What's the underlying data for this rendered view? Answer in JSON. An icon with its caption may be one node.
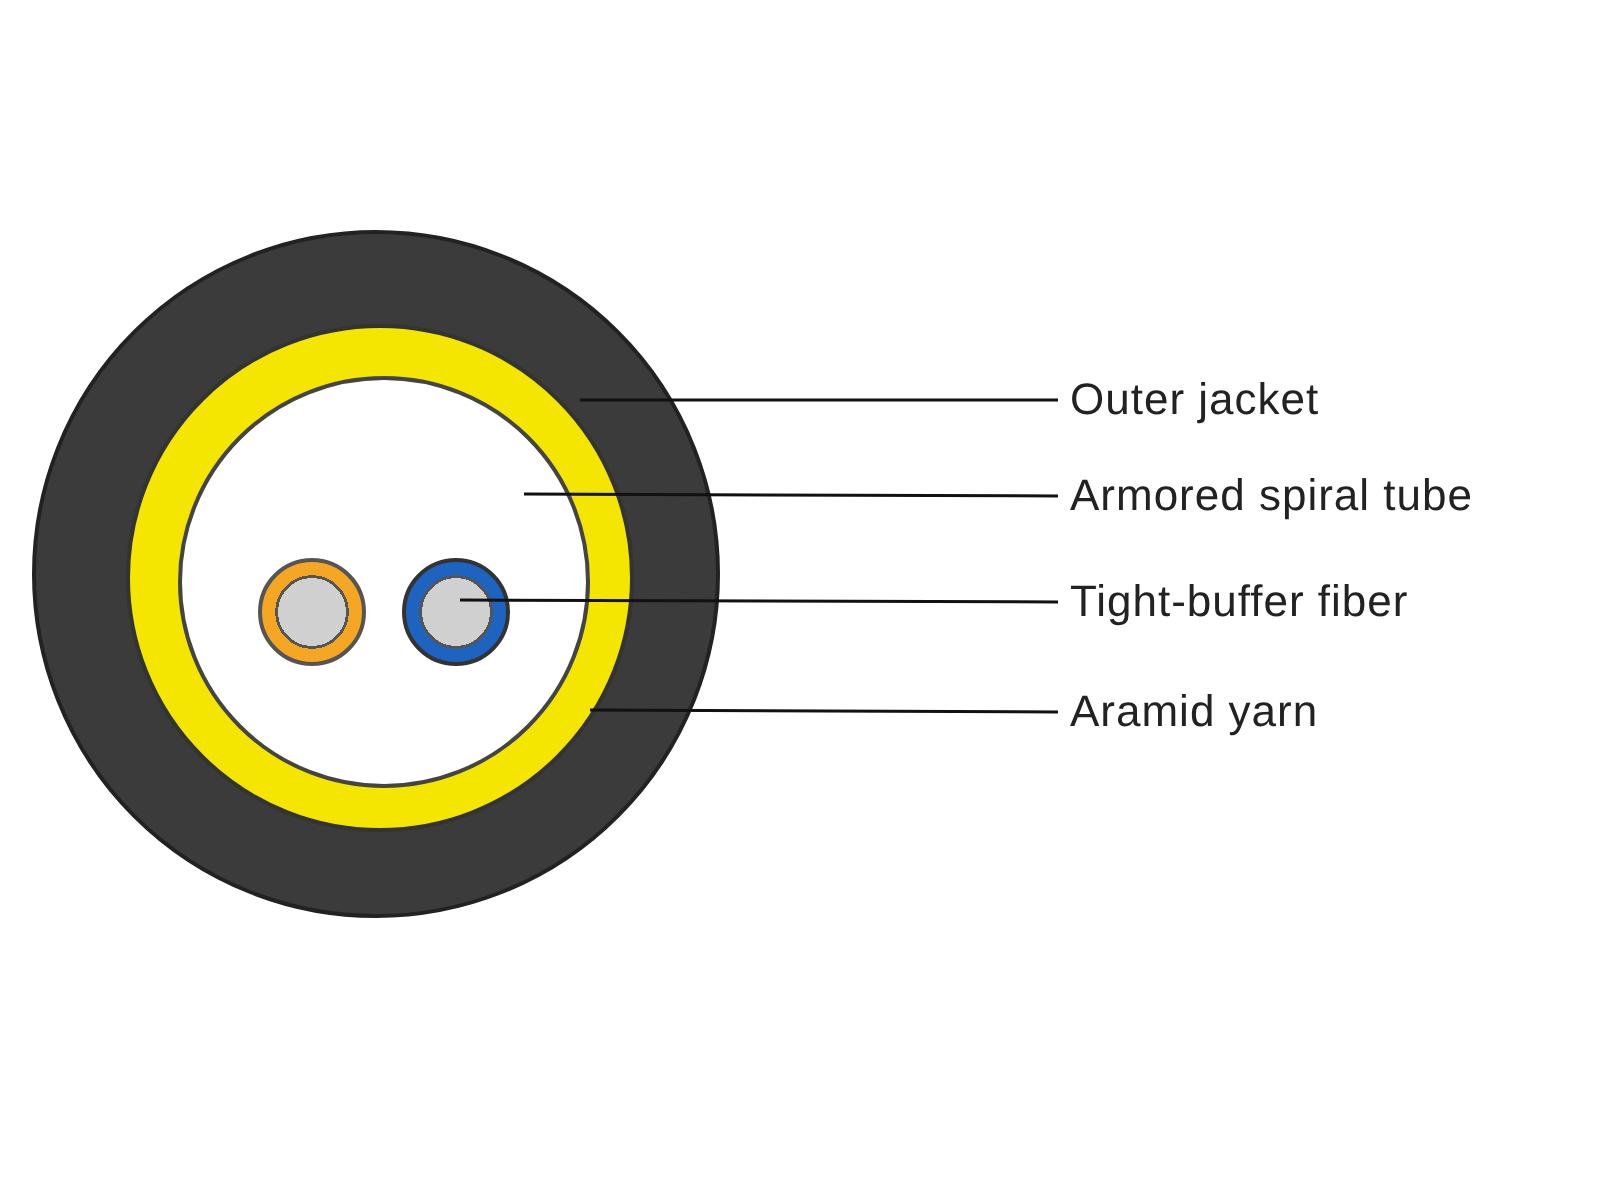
{
  "diagram": {
    "nodes": [
      {
        "text": [
          "Outer jacket"
        ]
      },
      {
        "text": [
          "Armored spiral tube"
        ]
      },
      {
        "text": [
          "Tight-buffer fiber"
        ]
      },
      {
        "text": [
          "Aramid yarn"
        ]
      },
      {
        "text": [],
        "shape": "circle"
      },
      {
        "text": [],
        "shape": "circle",
        "in": 4
      },
      {
        "text": [],
        "shape": "circle",
        "in": 5
      },
      {
        "text": [],
        "shape": "circle",
        "in": 6
      },
      {
        "text": [],
        "shape": "circle",
        "in": 6
      }
    ],
    "edges": [
      {
        "from": 0,
        "to": 4,
        "arrow": "none"
      },
      {
        "from": 1,
        "to": 6,
        "arrow": "none"
      },
      {
        "from": 2,
        "to": 8,
        "arrow": "none"
      },
      {
        "from": 3,
        "to": 5,
        "arrow": "none"
      }
    ]
  }
}
